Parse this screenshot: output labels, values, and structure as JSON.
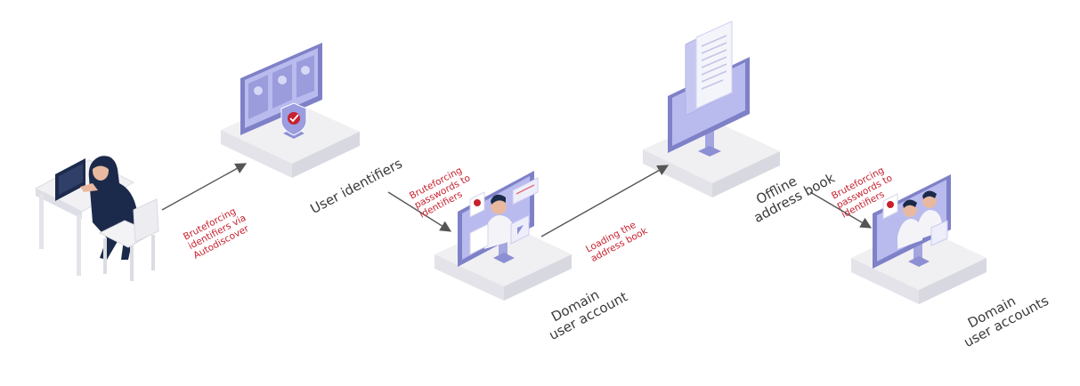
{
  "nodes": {
    "user_identifiers": {
      "label": "User identifiers"
    },
    "domain_account": {
      "line1": "Domain",
      "line2": "user account"
    },
    "offline_book": {
      "line1": "Offline",
      "line2": "address book"
    },
    "domain_accounts": {
      "line1": "Domain",
      "line2": "user accounts"
    }
  },
  "steps": {
    "autodiscover": {
      "line1": "Bruteforcing",
      "line2": "identifiers via",
      "line3": "Autodiscover"
    },
    "passwords_1": {
      "line1": "Bruteforcing",
      "line2": "passwords to",
      "line3": "identifiers"
    },
    "loading_book": {
      "line1": "Loading the",
      "line2": "address book"
    },
    "passwords_2": {
      "line1": "Bruteforcing",
      "line2": "passwords to",
      "line3": "identifiers"
    }
  },
  "colors": {
    "accent_red": "#c8202e",
    "screen_purple": "#8d8fd4",
    "screen_light": "#b9bbee",
    "hoodie_navy": "#1b2a4a",
    "platform": "#ececf0",
    "arrow": "#555555"
  },
  "icons": [
    "hacker-icon",
    "shield-check-icon",
    "document-icon",
    "user-avatar-icon"
  ]
}
